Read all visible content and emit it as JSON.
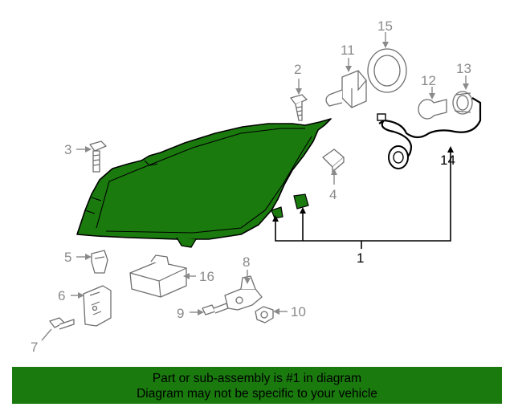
{
  "callouts": {
    "c1": "1",
    "c2": "2",
    "c3": "3",
    "c4": "4",
    "c5": "5",
    "c6": "6",
    "c7": "7",
    "c8": "8",
    "c9": "9",
    "c10": "10",
    "c11": "11",
    "c12": "12",
    "c13": "13",
    "c14": "14",
    "c15": "15",
    "c16": "16"
  },
  "highlight_color": "#1a7a0e",
  "banner": {
    "line1": "Part or sub-assembly is #1 in diagram",
    "line2": "Diagram may not be specific to your vehicle"
  }
}
